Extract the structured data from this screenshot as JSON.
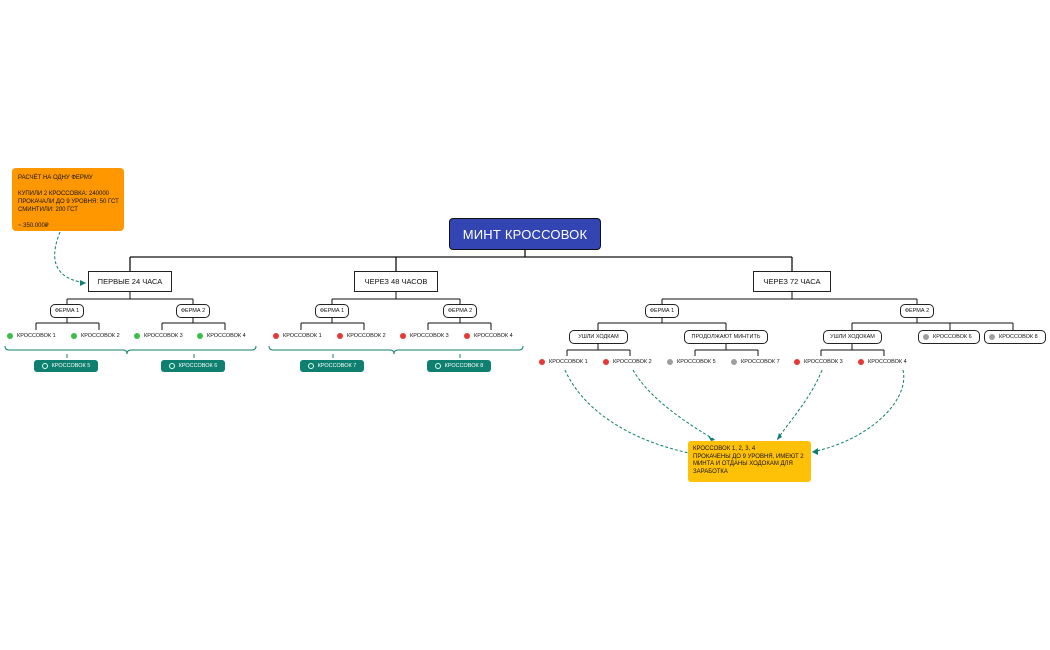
{
  "title": "МИНТ КРОССОВОК",
  "calc_note": {
    "line1": "РАСЧЁТ НА ОДНУ ФЕРМУ",
    "line2": "КУПИЛИ 2 КРОССОВКА: 240000",
    "line3": "ПРОКАЧАЛИ ДО 9 УРОВНЯ: 50 ГСТ",
    "line4": "СМИНТИЛИ: 200 ГСТ",
    "line5": "~ 350.000₽"
  },
  "periods": {
    "p24": "ПЕРВЫЕ 24 ЧАСА",
    "p48": "ЧЕРЕЗ 48 ЧАСОВ",
    "p72": "ЧЕРЕЗ 72 ЧАСА"
  },
  "farms": {
    "farm1": "ФЕРМА 1",
    "farm2": "ФЕРМА 2"
  },
  "groups": {
    "walked_away": "УШЛИ ХОДКАМ",
    "keep_minting": "ПРОДОЛЖАЮТ МИНТИТЬ",
    "walked_away_2": "УШЛИ ХОДОКАМ"
  },
  "sneakers": {
    "s1": "КРОССОВОК 1",
    "s2": "КРОССОВОК 2",
    "s3": "КРОССОВОК 3",
    "s4": "КРОССОВОК 4",
    "s5": "КРОССОВОК 5",
    "s6": "КРОССОВОК 6",
    "s7": "КРОССОВОК 7",
    "s8": "КРОССОВОК 8"
  },
  "callout": {
    "line1": "КРОССОВОК 1, 2, 3, 4",
    "line2": "ПРОКАЧЕНЫ ДО 9 УРОВНЯ, ИМЕЮТ 2",
    "line3": "МИНТА И ОТДАНЫ ХОДОКАМ ДЛЯ",
    "line4": "ЗАРАБОТКА"
  },
  "colors": {
    "root_bg": "#3245b3",
    "note_bg": "#ff9800",
    "callout_bg": "#ffc107",
    "badge_bg": "#0f7f6f",
    "dot_green": "#3bbf4a",
    "dot_red": "#e53935",
    "dot_gray": "#9e9e9e",
    "dashed_arrow": "#0f7f6f"
  }
}
